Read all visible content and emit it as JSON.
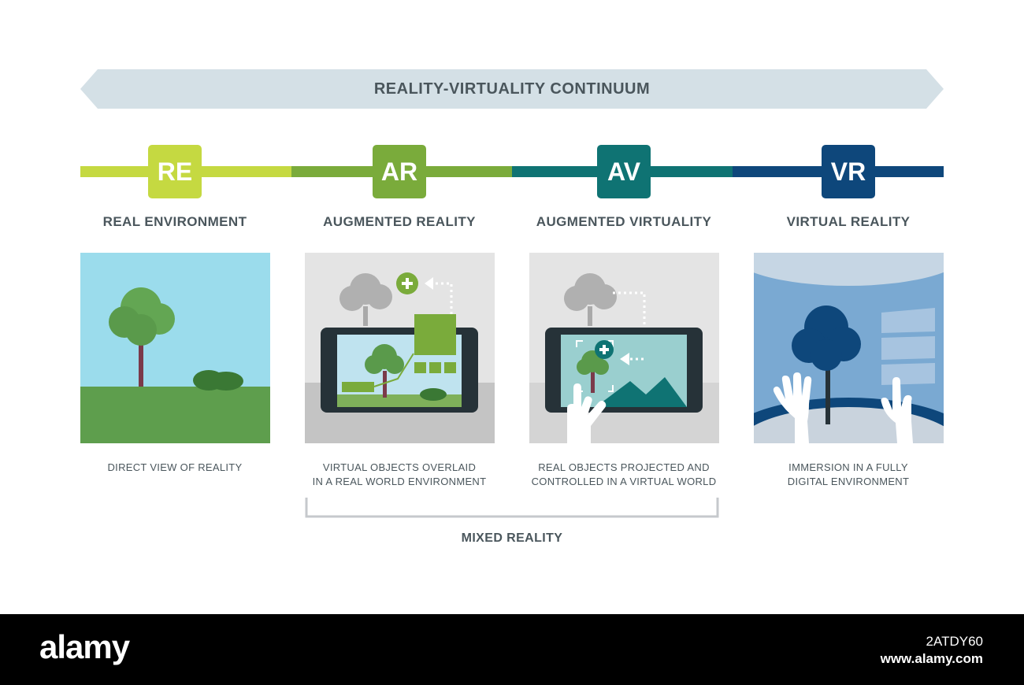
{
  "title": "REALITY-VIRTUALITY CONTINUUM",
  "stages": [
    {
      "abbr": "RE",
      "label": "REAL ENVIRONMENT",
      "desc_line1": "DIRECT VIEW OF REALITY",
      "desc_line2": "",
      "color": "#c5d941"
    },
    {
      "abbr": "AR",
      "label": "AUGMENTED REALITY",
      "desc_line1": "VIRTUAL OBJECTS OVERLAID",
      "desc_line2": "IN A REAL WORLD ENVIRONMENT",
      "color": "#7aab3b"
    },
    {
      "abbr": "AV",
      "label": "AUGMENTED VIRTUALITY",
      "desc_line1": "REAL OBJECTS PROJECTED AND",
      "desc_line2": "CONTROLLED IN A VIRTUAL WORLD",
      "color": "#0f7373"
    },
    {
      "abbr": "VR",
      "label": "VIRTUAL REALITY",
      "desc_line1": "IMMERSION IN A FULLY",
      "desc_line2": "DIGITAL ENVIRONMENT",
      "color": "#0e477b"
    }
  ],
  "mixed_reality_label": "MIXED REALITY",
  "footer": {
    "logo": "alamy",
    "image_id": "2ATDY60",
    "url": "www.alamy.com"
  },
  "colors": {
    "banner": "#d4e0e6",
    "text": "#4a565c",
    "footer_bg": "#000000"
  }
}
